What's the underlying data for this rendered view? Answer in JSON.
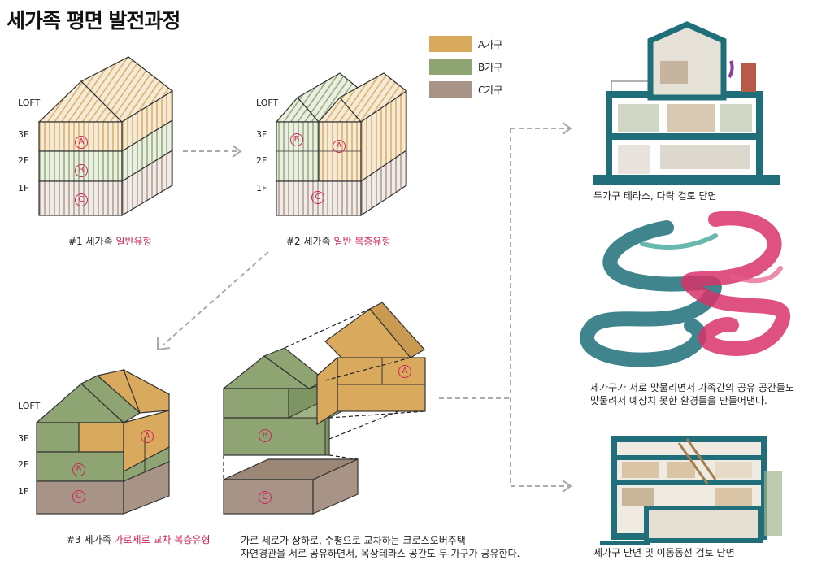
{
  "title": "세가족 평면 발전과정",
  "colors": {
    "a_unit": "#d9a95e",
    "b_unit": "#8ea472",
    "c_unit": "#a89486",
    "accent": "#d0235a",
    "teal": "#1f6e7a",
    "pink": "#d8336a"
  },
  "legend": [
    {
      "label": "A가구",
      "color": "#d9a95e"
    },
    {
      "label": "B가구",
      "color": "#8ea472"
    },
    {
      "label": "C가구",
      "color": "#a89486"
    }
  ],
  "floor_labels": {
    "loft": "LOFT",
    "f3": "3F",
    "f2": "2F",
    "f1": "1F"
  },
  "unit_marks": {
    "a": "A",
    "b": "B",
    "c": "C"
  },
  "diagram1": {
    "prefix": "#1 세가족 ",
    "highlight": "일반유형"
  },
  "diagram2": {
    "prefix": "#2 세가족 ",
    "highlight": "일반 복층유형"
  },
  "diagram3": {
    "prefix": "#3 세가족 ",
    "highlight": "가로세로 교차 복층유형"
  },
  "description": {
    "line1": "가로 세로가 상하로, 수평으로 교차하는 크로스오버주택",
    "line2": "자연경관을 서로 공유하면서, 옥상테라스 공간도 두 가구가 공유한다."
  },
  "right_captions": {
    "section1": "두가구 테라스, 다락 검토 단면",
    "swirl_line1": "세가구가 서로 맞물리면서 가족간의 공유 공간들도",
    "swirl_line2": "맞물려서 예상치 못한 환경들을 만들어낸다.",
    "section2": "세가구 단면 및 이동동선 검토 단면"
  }
}
